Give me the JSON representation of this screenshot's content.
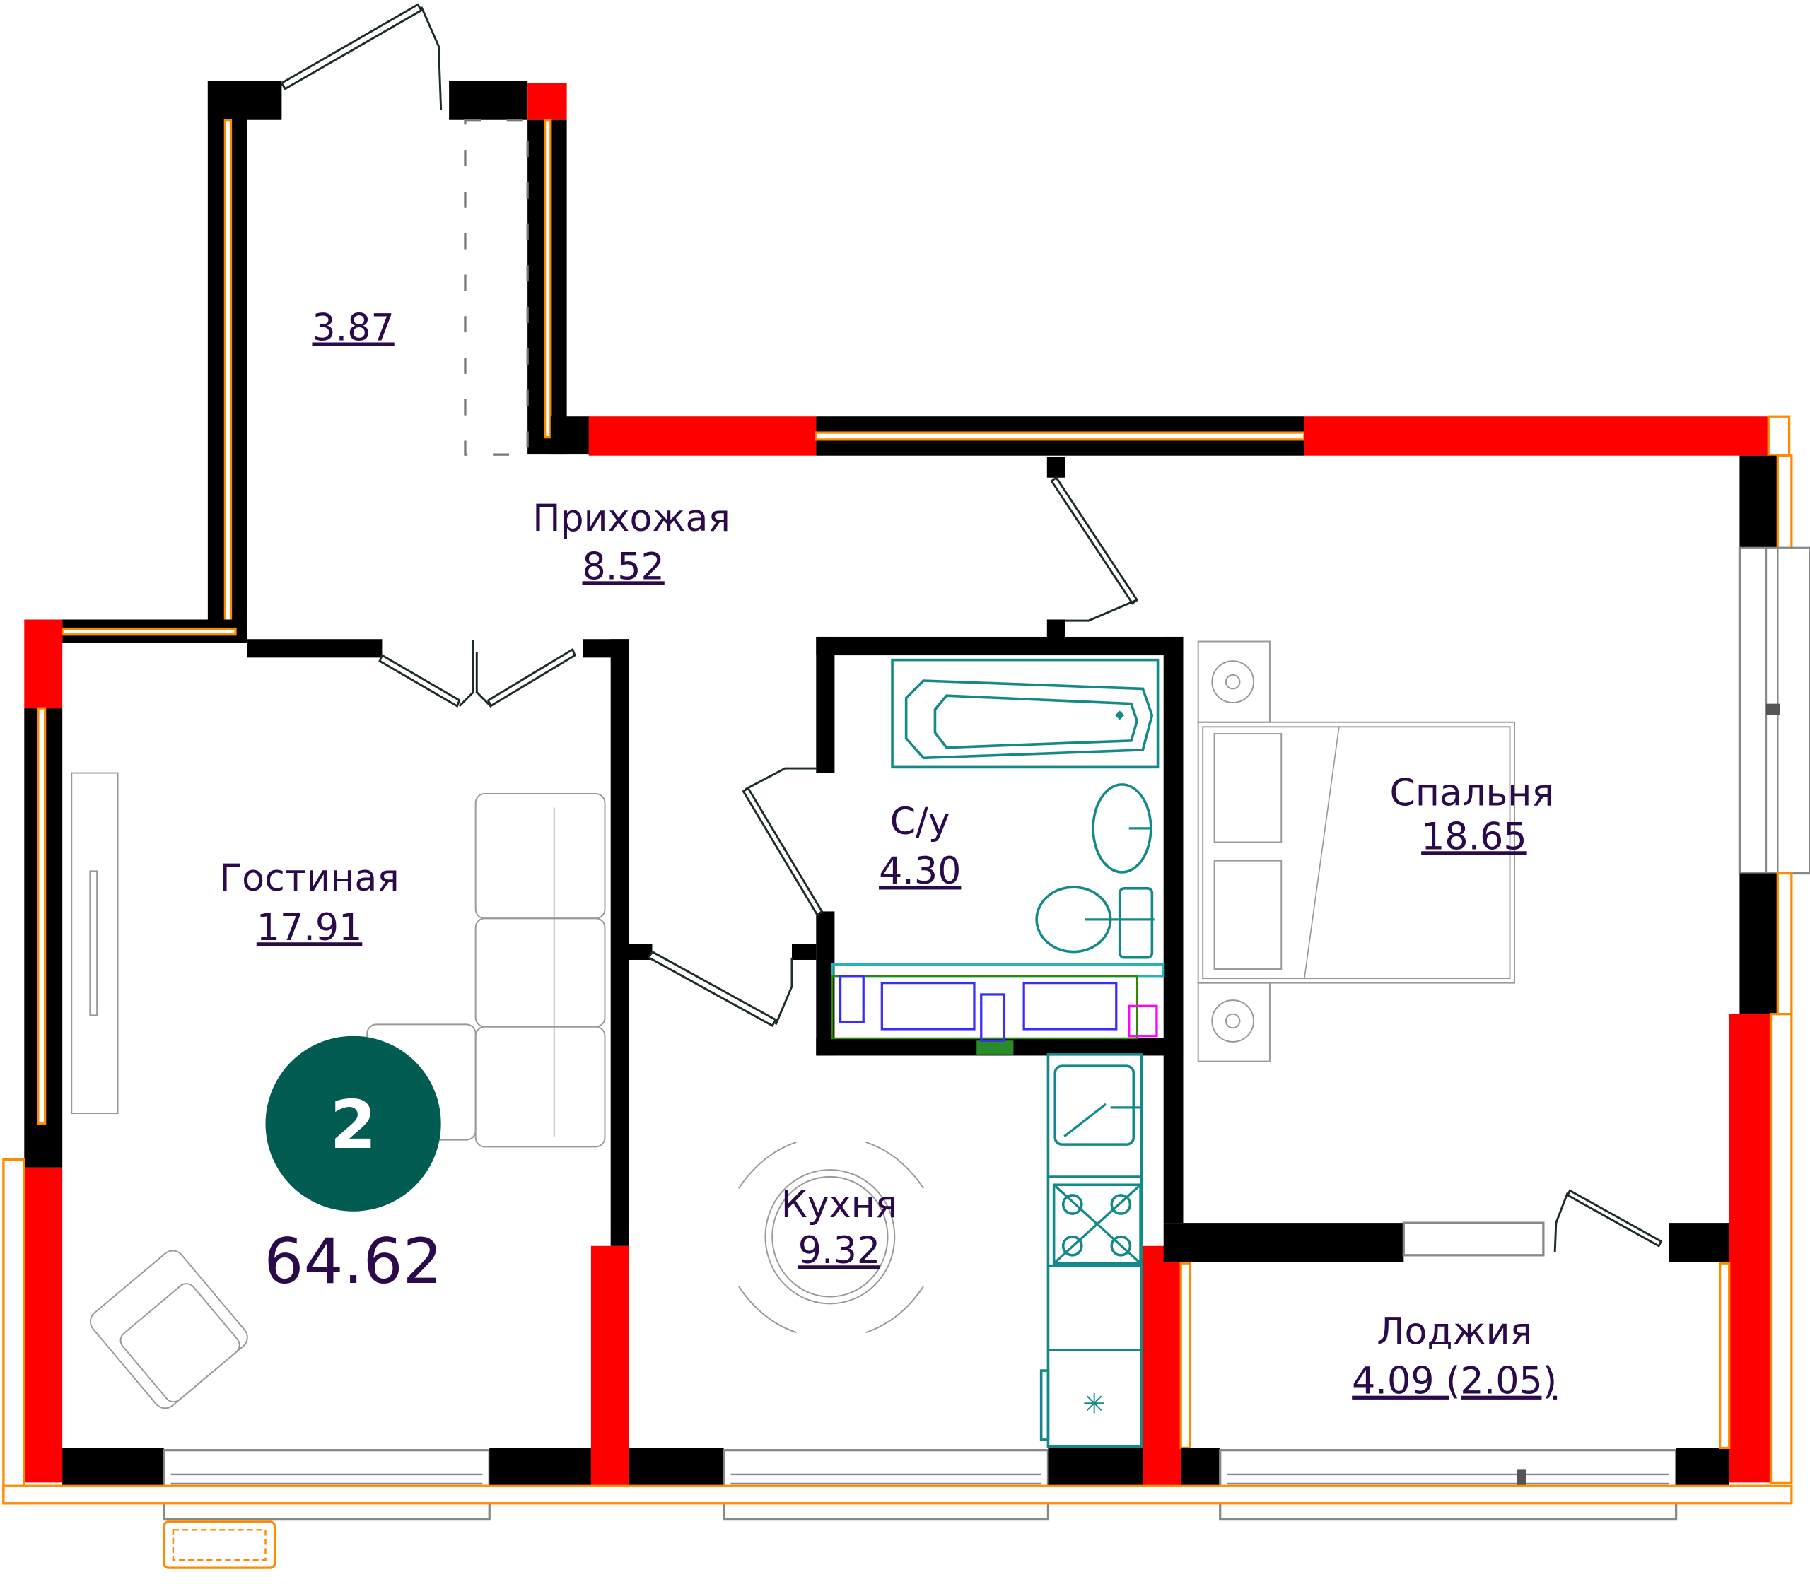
{
  "plan": {
    "title": "Floor plan — 2-room apartment",
    "rooms_count_badge": "2",
    "total_area": "64.62",
    "colors": {
      "badge": "#025c52",
      "text": "#2a0a4a",
      "load_bearing_wall": "#ff0000",
      "wall": "#000000",
      "insulation": "#ff8a00",
      "fixtures": "#138a88"
    },
    "rooms": [
      {
        "id": "storage",
        "name": "",
        "area": "3.87"
      },
      {
        "id": "hallway",
        "name": "Прихожая",
        "area": "8.52"
      },
      {
        "id": "living",
        "name": "Гостиная",
        "area": "17.91"
      },
      {
        "id": "bathroom",
        "name": "С/у",
        "area": "4.30"
      },
      {
        "id": "bedroom",
        "name": "Спальня",
        "area": "18.65"
      },
      {
        "id": "kitchen",
        "name": "Кухня",
        "area": "9.32"
      },
      {
        "id": "loggia",
        "name": "Лоджия",
        "area": "4.09 (2.05)"
      }
    ]
  }
}
